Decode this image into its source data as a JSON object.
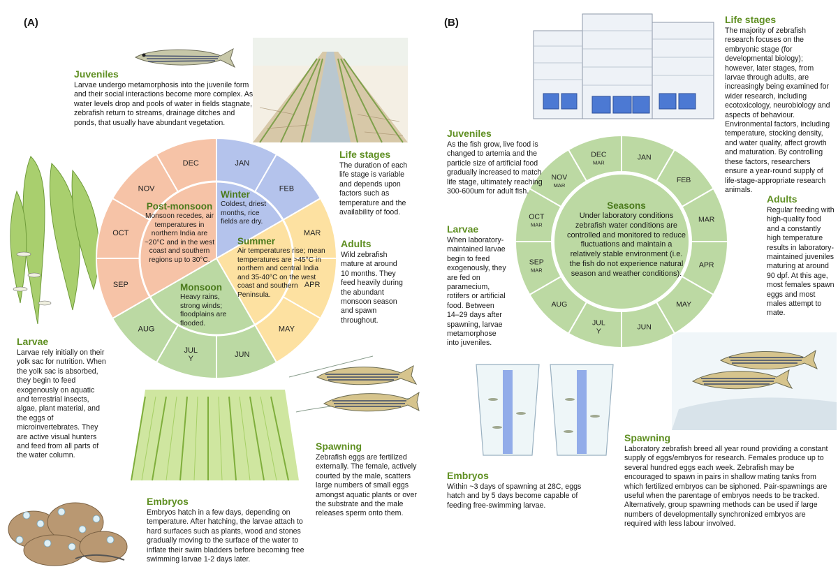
{
  "panels": {
    "a_label": "(A)",
    "b_label": "(B)"
  },
  "colors": {
    "winter": "#b4c3ec",
    "summer": "#fde1a1",
    "monsoon": "#bbd9a3",
    "post_monsoon": "#f6c3a7",
    "lab_ring": "#bcd9a3",
    "heading_green": "#5f8f22",
    "ring_border": "#ffffff"
  },
  "wheel_a": {
    "months": [
      "JAN",
      "FEB",
      "MAR",
      "APR",
      "MAY",
      "JUN",
      "JUL\nY",
      "AUG",
      "SEP",
      "OCT",
      "NOV",
      "DEC"
    ],
    "seasons": {
      "winter": {
        "title": "Winter",
        "text": "Coldest, driest months, rice fields are dry."
      },
      "summer": {
        "title": "Summer",
        "text": "Air temperatures rise; mean temperatures are >45°C in northern and central India and 35-40°C on the west coast and southern Peninsula."
      },
      "monsoon": {
        "title": "Monsoon",
        "text": "Heavy rains, strong winds; floodplains are flooded."
      },
      "post_monsoon": {
        "title": "Post-monsoon",
        "text": "Monsoon recedes, air temperatures in northern India are ~20°C and in the west coast and southern regions up to 30°C."
      }
    }
  },
  "wheel_b": {
    "months": [
      {
        "name": "JAN",
        "sub": ""
      },
      {
        "name": "FEB",
        "sub": ""
      },
      {
        "name": "MAR",
        "sub": ""
      },
      {
        "name": "APR",
        "sub": ""
      },
      {
        "name": "MAY",
        "sub": ""
      },
      {
        "name": "JUN",
        "sub": ""
      },
      {
        "name": "JUL\nY",
        "sub": ""
      },
      {
        "name": "AUG",
        "sub": ""
      },
      {
        "name": "SEP",
        "sub": "MAR"
      },
      {
        "name": "OCT",
        "sub": "MAR"
      },
      {
        "name": "NOV",
        "sub": "MAR"
      },
      {
        "name": "DEC",
        "sub": "MAR"
      }
    ],
    "center": {
      "title": "Seasons",
      "text": "Under laboratory conditions zebrafish water conditions are controlled and monitored to reduce fluctuations and maintain a relatively stable environment (i.e. the fish do not experience natural season and weather conditions)."
    }
  },
  "a_blocks": {
    "juveniles": {
      "title": "Juveniles",
      "text": "Larvae undergo metamorphosis into the juvenile form and their social interactions become more complex. As water levels drop and pools of water in fields stagnate, zebrafish return to streams, drainage ditches and ponds, that usually have abundant vegetation."
    },
    "life_stages": {
      "title": "Life stages",
      "text": "The duration of each life stage is variable and depends upon factors such as temperature and the availability of food."
    },
    "adults": {
      "title": "Adults",
      "text": "Wild zebrafish mature at around 10 months. They feed heavily during the abundant monsoon season and spawn throughout."
    },
    "larvae": {
      "title": "Larvae",
      "text": "Larvae rely initially on their yolk sac for nutrition. When the yolk sac is absorbed, they begin to feed exogenously on aquatic and terrestrial insects, algae, plant material, and the eggs of microinvertebrates. They are active visual hunters and feed from all parts of the water column."
    },
    "spawning": {
      "title": "Spawning",
      "text": "Zebrafish eggs are fertilized externally. The female, actively courted by the male, scatters large numbers of small eggs amongst aquatic plants or over the substrate and the male releases sperm onto them."
    },
    "embryos": {
      "title": "Embryos",
      "text": "Embryos hatch in a few days, depending on temperature. After hatching, the larvae attach to hard surfaces such as plants, wood and stones gradually moving to the surface of the water to inflate their swim bladders before becoming free swimming larvae 1-2 days later."
    }
  },
  "b_blocks": {
    "life_stages": {
      "title": "Life stages",
      "text": "The majority of zebrafish research focuses on the embryonic stage (for developmental biology); however, later stages, from larvae through adults, are increasingly being examined for wider research, including ecotoxicology, neurobiology and aspects of behaviour. Environmental factors, including temperature, stocking density, and water quality, affect growth and maturation. By controlling these factors, researchers ensure a year-round supply of life-stage-appropriate research animals."
    },
    "juveniles": {
      "title": "Juveniles",
      "text": "As the fish grow, live food is changed to artemia and the particle size of artificial food gradually increased to match life stage, ultimately reaching 300-600um for adult fish."
    },
    "adults": {
      "title": "Adults",
      "text": "Regular feeding with high-quality food and a constantly high temperature results in laboratory-maintained juveniles maturing at around 90 dpf. At this age, most females spawn eggs and most males attempt to mate."
    },
    "larvae": {
      "title": "Larvae",
      "text": "When laboratory-maintained larvae begin to feed exogenously, they are fed on paramecium, rotifers or artificial food. Between 14–29 days after spawning, larvae metamorphose into juveniles."
    },
    "embryos": {
      "title": "Embryos",
      "text": "Within ~3 days of spawning at 28C, eggs hatch and by 5 days become capable of feeding free-swimming larvae."
    },
    "spawning": {
      "title": "Spawning",
      "text": "Laboratory zebrafish breed all year round providing a constant supply of eggs/embryos for research. Females produce up to several hundred eggs each week. Zebrafish may be encouraged to spawn in pairs in shallow mating tanks from which fertilized embryos can be siphoned. Pair-spawnings are useful when the parentage of embryos needs to be tracked. Alternatively, group spawning methods can be used if large numbers of developmentally synchronized embryos are required with less labour involved."
    }
  },
  "illustrations": [
    "zebrafish-icon",
    "rice-field-dry",
    "aquatic-plant",
    "fish-pair",
    "rice-field-green",
    "eggs-stones",
    "rack-system",
    "spawning-tanks",
    "spawning-fish"
  ]
}
